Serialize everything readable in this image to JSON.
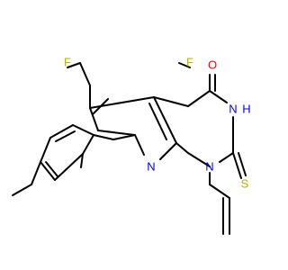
{
  "molecule": {
    "atoms": {
      "fluorine_left": {
        "text": "F"
      },
      "fluorine_right": {
        "text": "F"
      },
      "oxygen": {
        "text": "O"
      },
      "nh_nitrogen": {
        "text": "N"
      },
      "nh_hydrogen": {
        "text": "H"
      },
      "sulfur": {
        "text": "S"
      },
      "pyridine_nitrogen": {
        "text": "N"
      },
      "allyl_nitrogen": {
        "text": "N"
      }
    }
  },
  "colors": {
    "bond": "#000000",
    "fluorine": "#b3b300",
    "oxygen": "#ff0000",
    "nitrogen": "#0000ff",
    "sulfur": "#b3b300"
  }
}
